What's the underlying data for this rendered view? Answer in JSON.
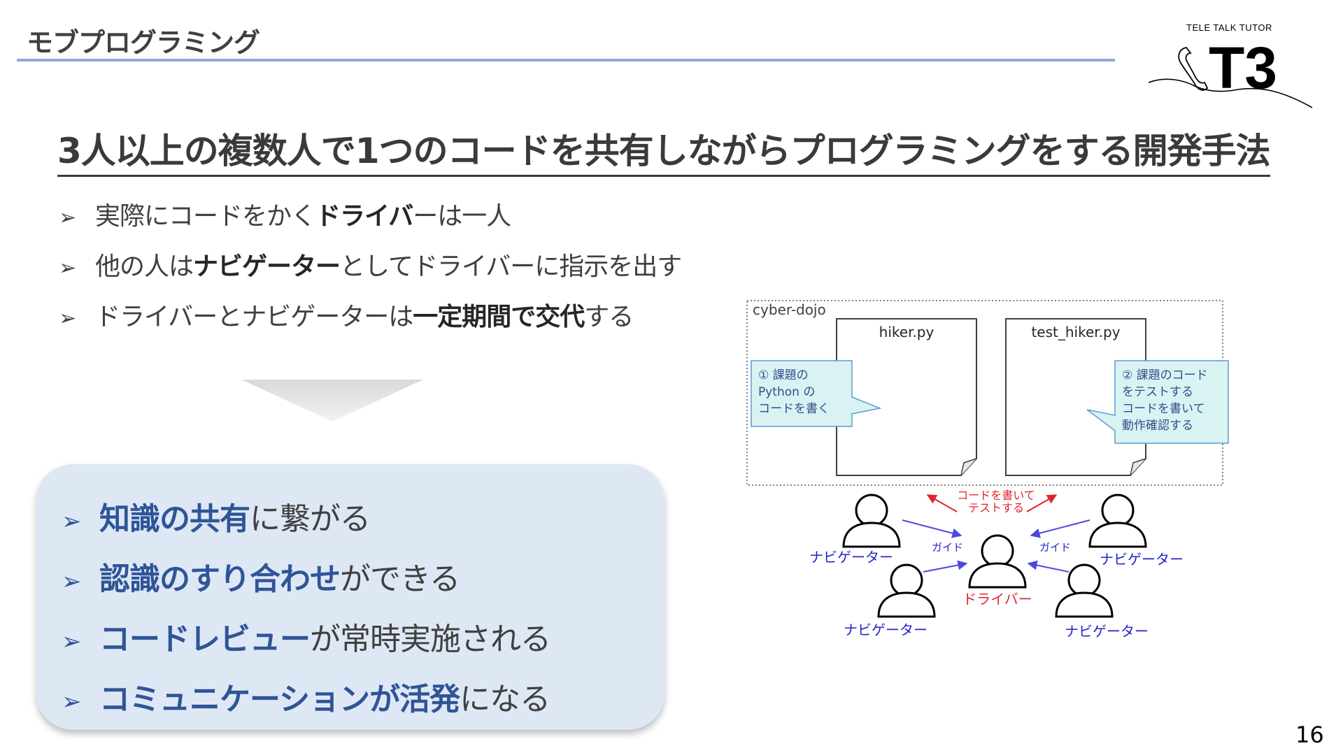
{
  "header": {
    "title": "モブプログラミング"
  },
  "logo": {
    "caption": "TELE TALK TUTOR",
    "mark": "T3"
  },
  "headline": "3人以上の複数人で1つのコードを共有しながらプログラミングをする開発手法",
  "bullets": [
    {
      "before": "実際にコードをかく",
      "bold": "ドライバ",
      "after": "ーは一人"
    },
    {
      "before": "他の人は",
      "bold": "ナビゲーター",
      "after": "としてドライバーに指示を出す"
    },
    {
      "before": "ドライバーとナビゲーターは",
      "bold": "一定期間で交代",
      "after": "する"
    }
  ],
  "benefits": [
    {
      "bold": "知識の共有",
      "after": "に繋がる"
    },
    {
      "bold": "認識のすり合わせ",
      "after": "ができる"
    },
    {
      "bold": "コードレビュー",
      "after": "が常時実施される"
    },
    {
      "bold": "コミュニケーションが活発",
      "after": "になる"
    }
  ],
  "diagram": {
    "frame_label": "cyber-dojo",
    "file1": "hiker.py",
    "file2": "test_hiker.py",
    "callout1": [
      "① 課題の",
      "Python の",
      "コードを書く"
    ],
    "callout2": [
      "② 課題のコード",
      "をテストする",
      "コードを書いて",
      "動作確認する"
    ],
    "driver_action": [
      "コードを書いて",
      "テストする"
    ],
    "guide_label": "ガイド",
    "driver_label": "ドライバー",
    "navigator_label": "ナビゲーター"
  },
  "colors": {
    "accent": "#2f5597",
    "rule": "#8eaadb",
    "box": "#dee8f5",
    "red": "#e0242c",
    "blue": "#2424c8",
    "callout": "#d9f3f3"
  },
  "page_number": "16"
}
